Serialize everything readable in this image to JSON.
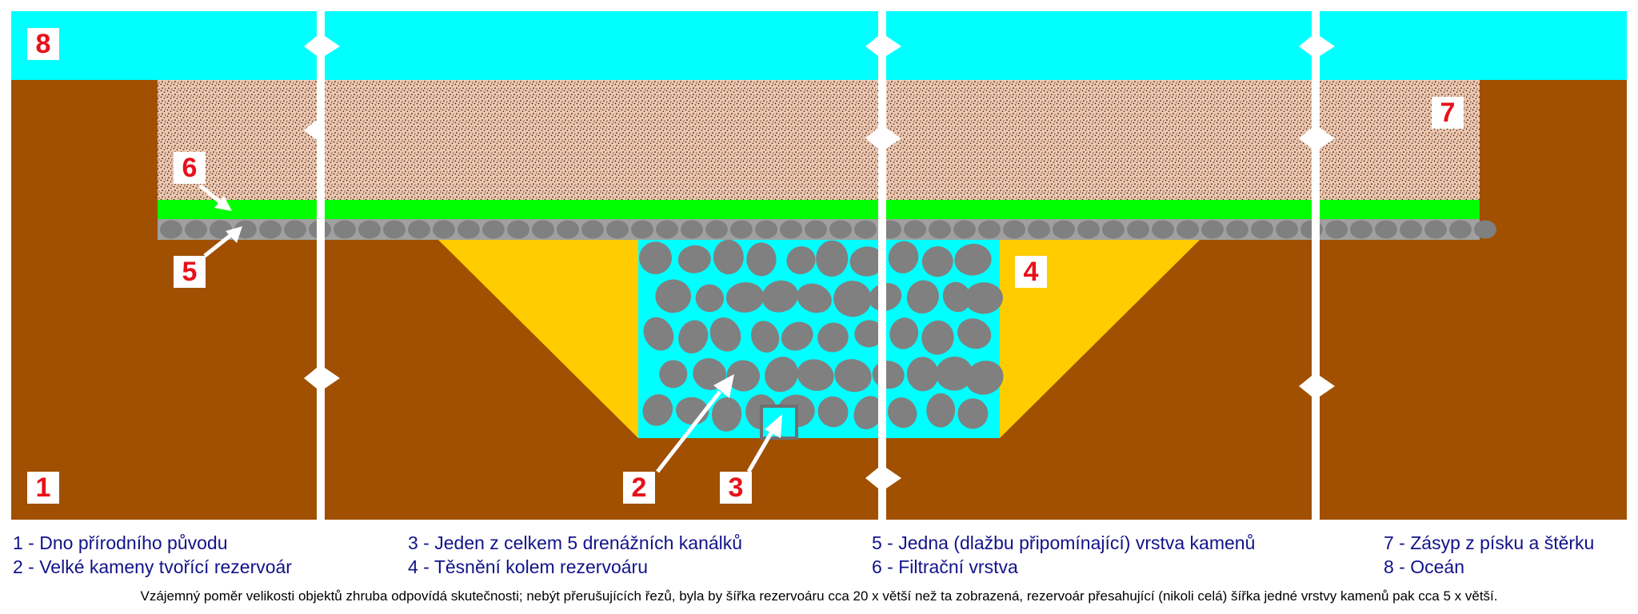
{
  "markers": {
    "m1": "1",
    "m2": "2",
    "m3": "3",
    "m4": "4",
    "m5": "5",
    "m6": "6",
    "m7": "7",
    "m8": "8"
  },
  "legend": {
    "col1": [
      "1 - Dno přírodního původu",
      "2 - Velké kameny tvořící rezervoár"
    ],
    "col2": [
      "3 - Jeden z celkem 5 drenážních kanálků",
      "4 - Těsnění kolem rezervoáru"
    ],
    "col3": [
      "5 - Jedna (dlažbu připomínající) vrstva kamenů",
      "6 - Filtrační vrstva"
    ],
    "col4": [
      "7 - Zásyp z písku a štěrku",
      "8 - Oceán"
    ]
  },
  "footnote": "Vzájemný poměr velikosti objektů zhruba odpovídá skutečnosti; nebýt přerušujících řezů, byla by šířka rezervoáru cca 20 x větší než ta zobrazená, rezervoár přesahující (nikoli celá) šířka jedné vrstvy kamenů pak cca 5 x větší.",
  "colors": {
    "ocean": "#00ffff",
    "seabed": "#a05000",
    "backfill": "#f0c8b0",
    "filter": "#00ff00",
    "stones": "#808080",
    "sealing": "#ffcc00",
    "marker_text": "#e8101a",
    "legend_text": "#12128a"
  }
}
